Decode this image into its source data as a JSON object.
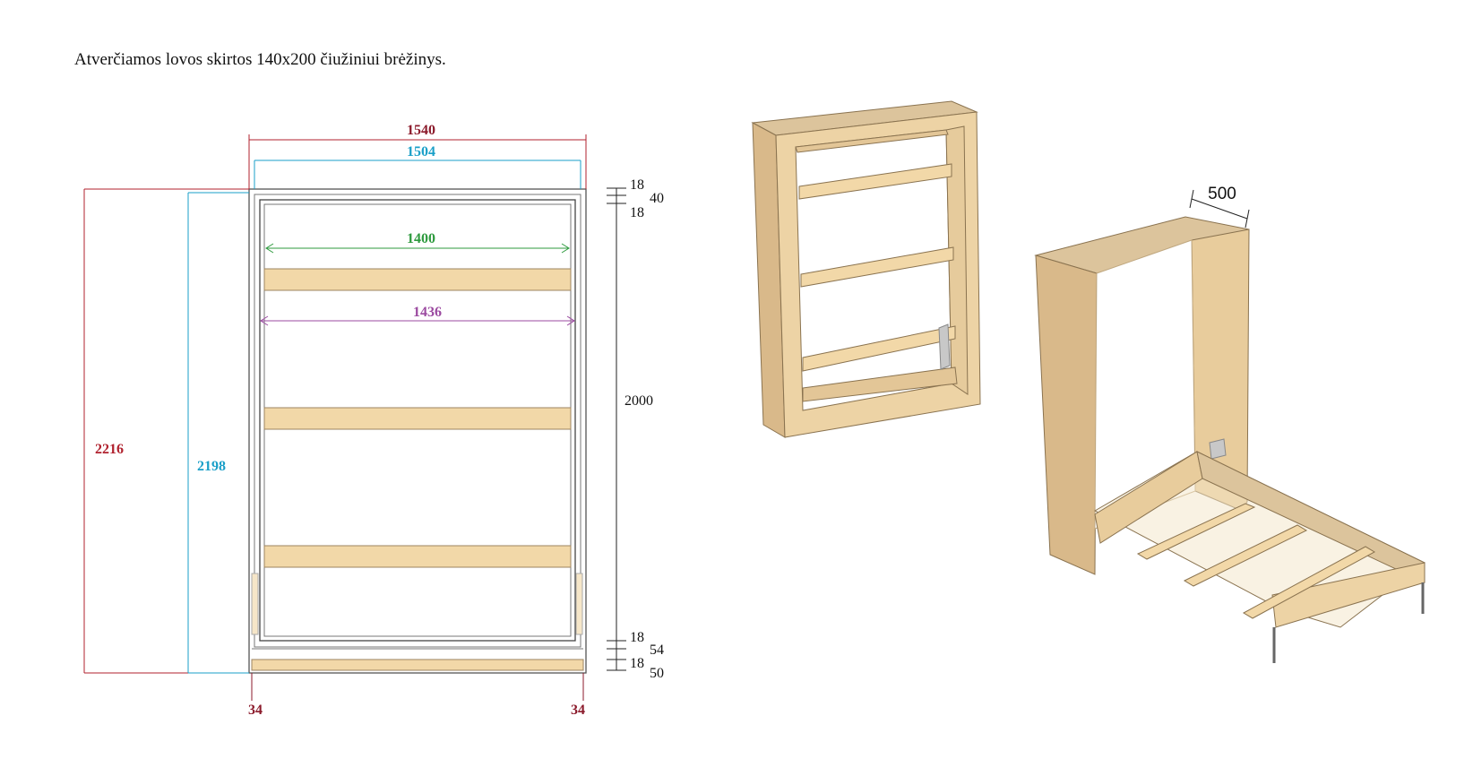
{
  "title": "Atverčiamos lovos skirtos 140x200 čiužiniui brėžinys.",
  "colors": {
    "dim_dark_red": "#8b1a2b",
    "dim_red": "#b0212e",
    "dim_cyan": "#1a9fc8",
    "dim_green": "#2e9a3e",
    "dim_purple": "#9b4aa0",
    "wood": "#f2d8a8",
    "wood_dark": "#d9b98a",
    "line": "#555555"
  },
  "front_view": {
    "overall_width": "1540",
    "inner_width": "1504",
    "frame_width": "1400",
    "slat_length": "1436",
    "overall_height": "2216",
    "inner_height": "2198",
    "mattress_length": "2000",
    "side_offset_left": "34",
    "side_offset_right": "34",
    "top_dims": [
      "18",
      "40",
      "18"
    ],
    "bottom_dims": [
      "18",
      "54",
      "18",
      "50"
    ]
  },
  "iso_view": {
    "depth_label": "500"
  }
}
